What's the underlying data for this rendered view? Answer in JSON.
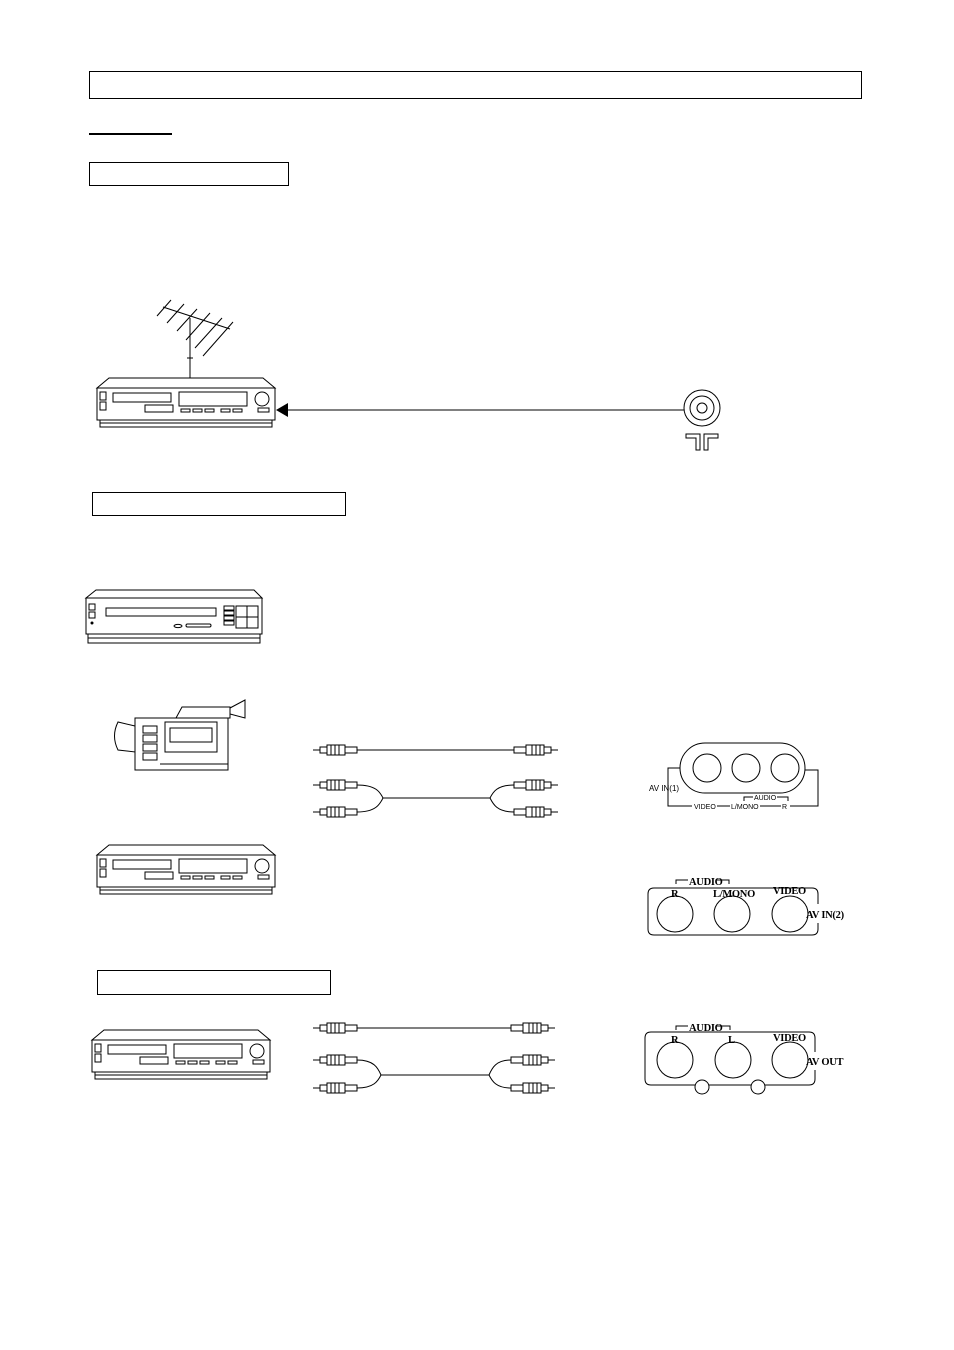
{
  "colors": {
    "ink": "#000000",
    "paper": "#ffffff"
  },
  "icons": [
    "antenna-icon",
    "vcr-icon",
    "coax-connector-icon",
    "front-loading-vcr-icon",
    "camcorder-icon",
    "rca-cable-icon",
    "av-input-panel-icon",
    "av-output-panel-icon"
  ],
  "panels": {
    "av_in_1": {
      "title": "AV IN(1)",
      "audio": "AUDIO",
      "video": "VIDEO",
      "l_mono": "L/MONO",
      "r": "R"
    },
    "av_in_2": {
      "title": "AV IN(2)",
      "audio": "AUDIO",
      "video": "VIDEO",
      "l_mono": "L/MONO",
      "r": "R"
    },
    "av_out": {
      "title": "AV OUT",
      "audio": "AUDIO",
      "video": "VIDEO",
      "l": "L",
      "r": "R"
    }
  }
}
